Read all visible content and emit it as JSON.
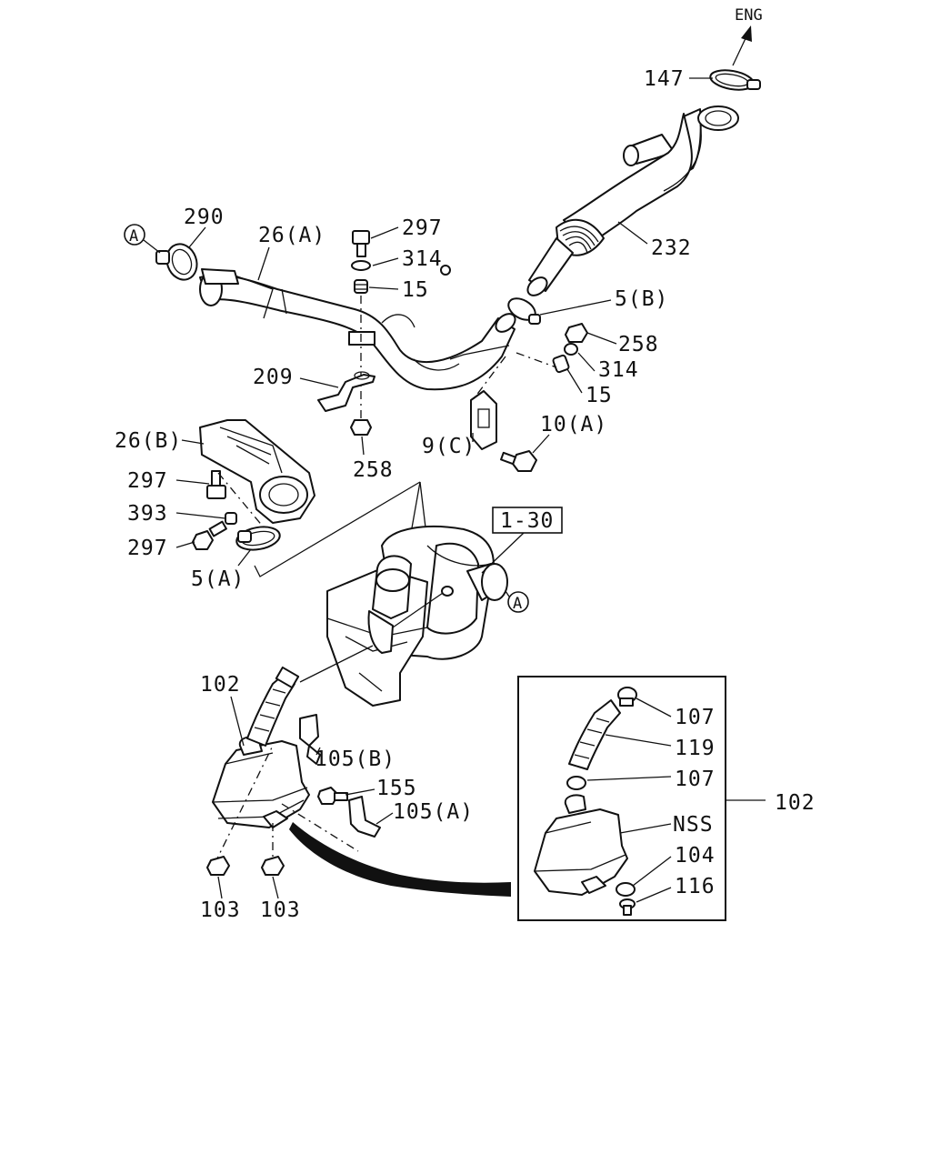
{
  "diagram": {
    "direction_label": "ENG",
    "reference_box": "1-30",
    "connector_marker": "A",
    "labels": {
      "p147": "147",
      "p232": "232",
      "p290": "290",
      "p26a": "26(A)",
      "p297a": "297",
      "p314a": "314",
      "p15a": "15",
      "p5b": "5(B)",
      "p258a": "258",
      "p314b": "314",
      "p15b": "15",
      "p209": "209",
      "p258b": "258",
      "p10a": "10(A)",
      "p9c": "9(C)",
      "p26b": "26(B)",
      "p297b": "297",
      "p393": "393",
      "p297c": "297",
      "p5a": "5(A)",
      "p102a": "102",
      "p105b": "105(B)",
      "p155": "155",
      "p105a": "105(A)",
      "p103a": "103",
      "p103b": "103",
      "p107a": "107",
      "p119": "119",
      "p107b": "107",
      "pNSS": "NSS",
      "p104": "104",
      "p116": "116",
      "p102b": "102"
    }
  }
}
